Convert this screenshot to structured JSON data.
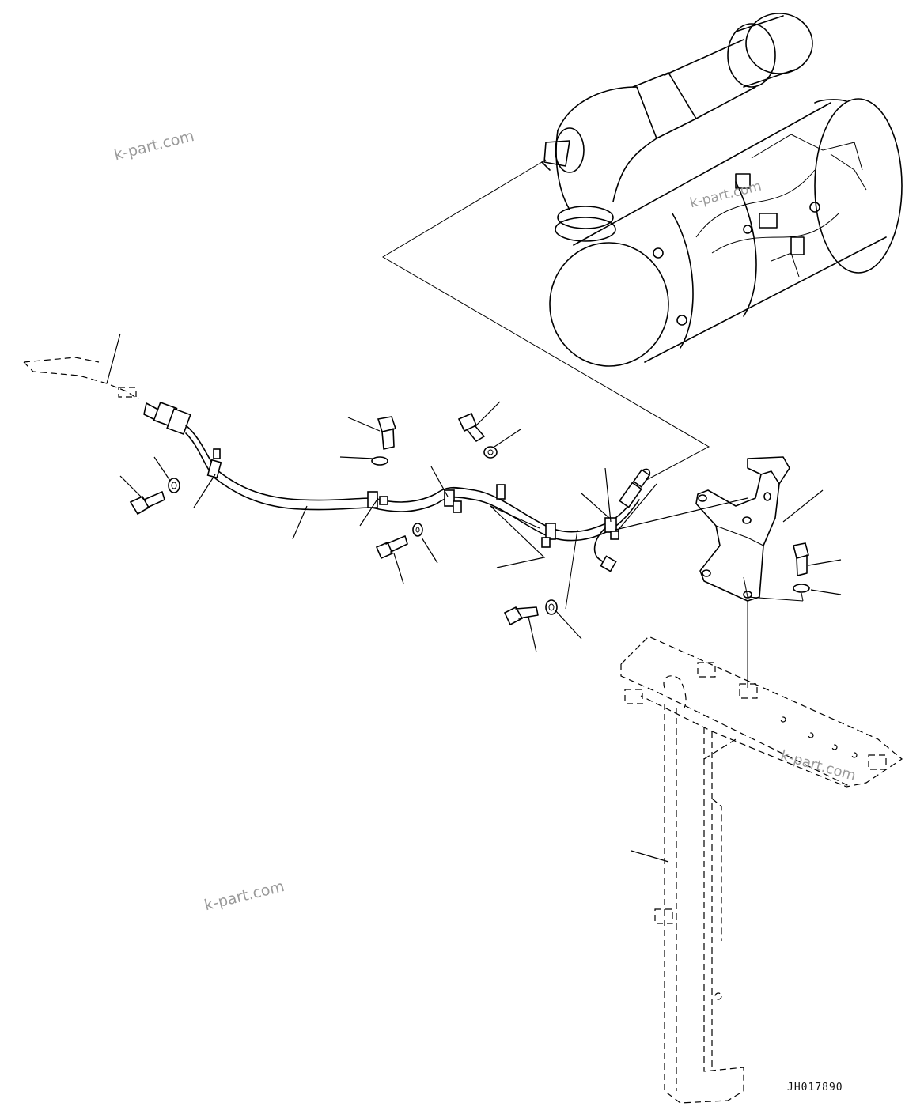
{
  "watermarks": [
    "k-part.com",
    "k-part.com",
    "k-part.com",
    "k-part.com"
  ],
  "drawing_id": "JH017890"
}
